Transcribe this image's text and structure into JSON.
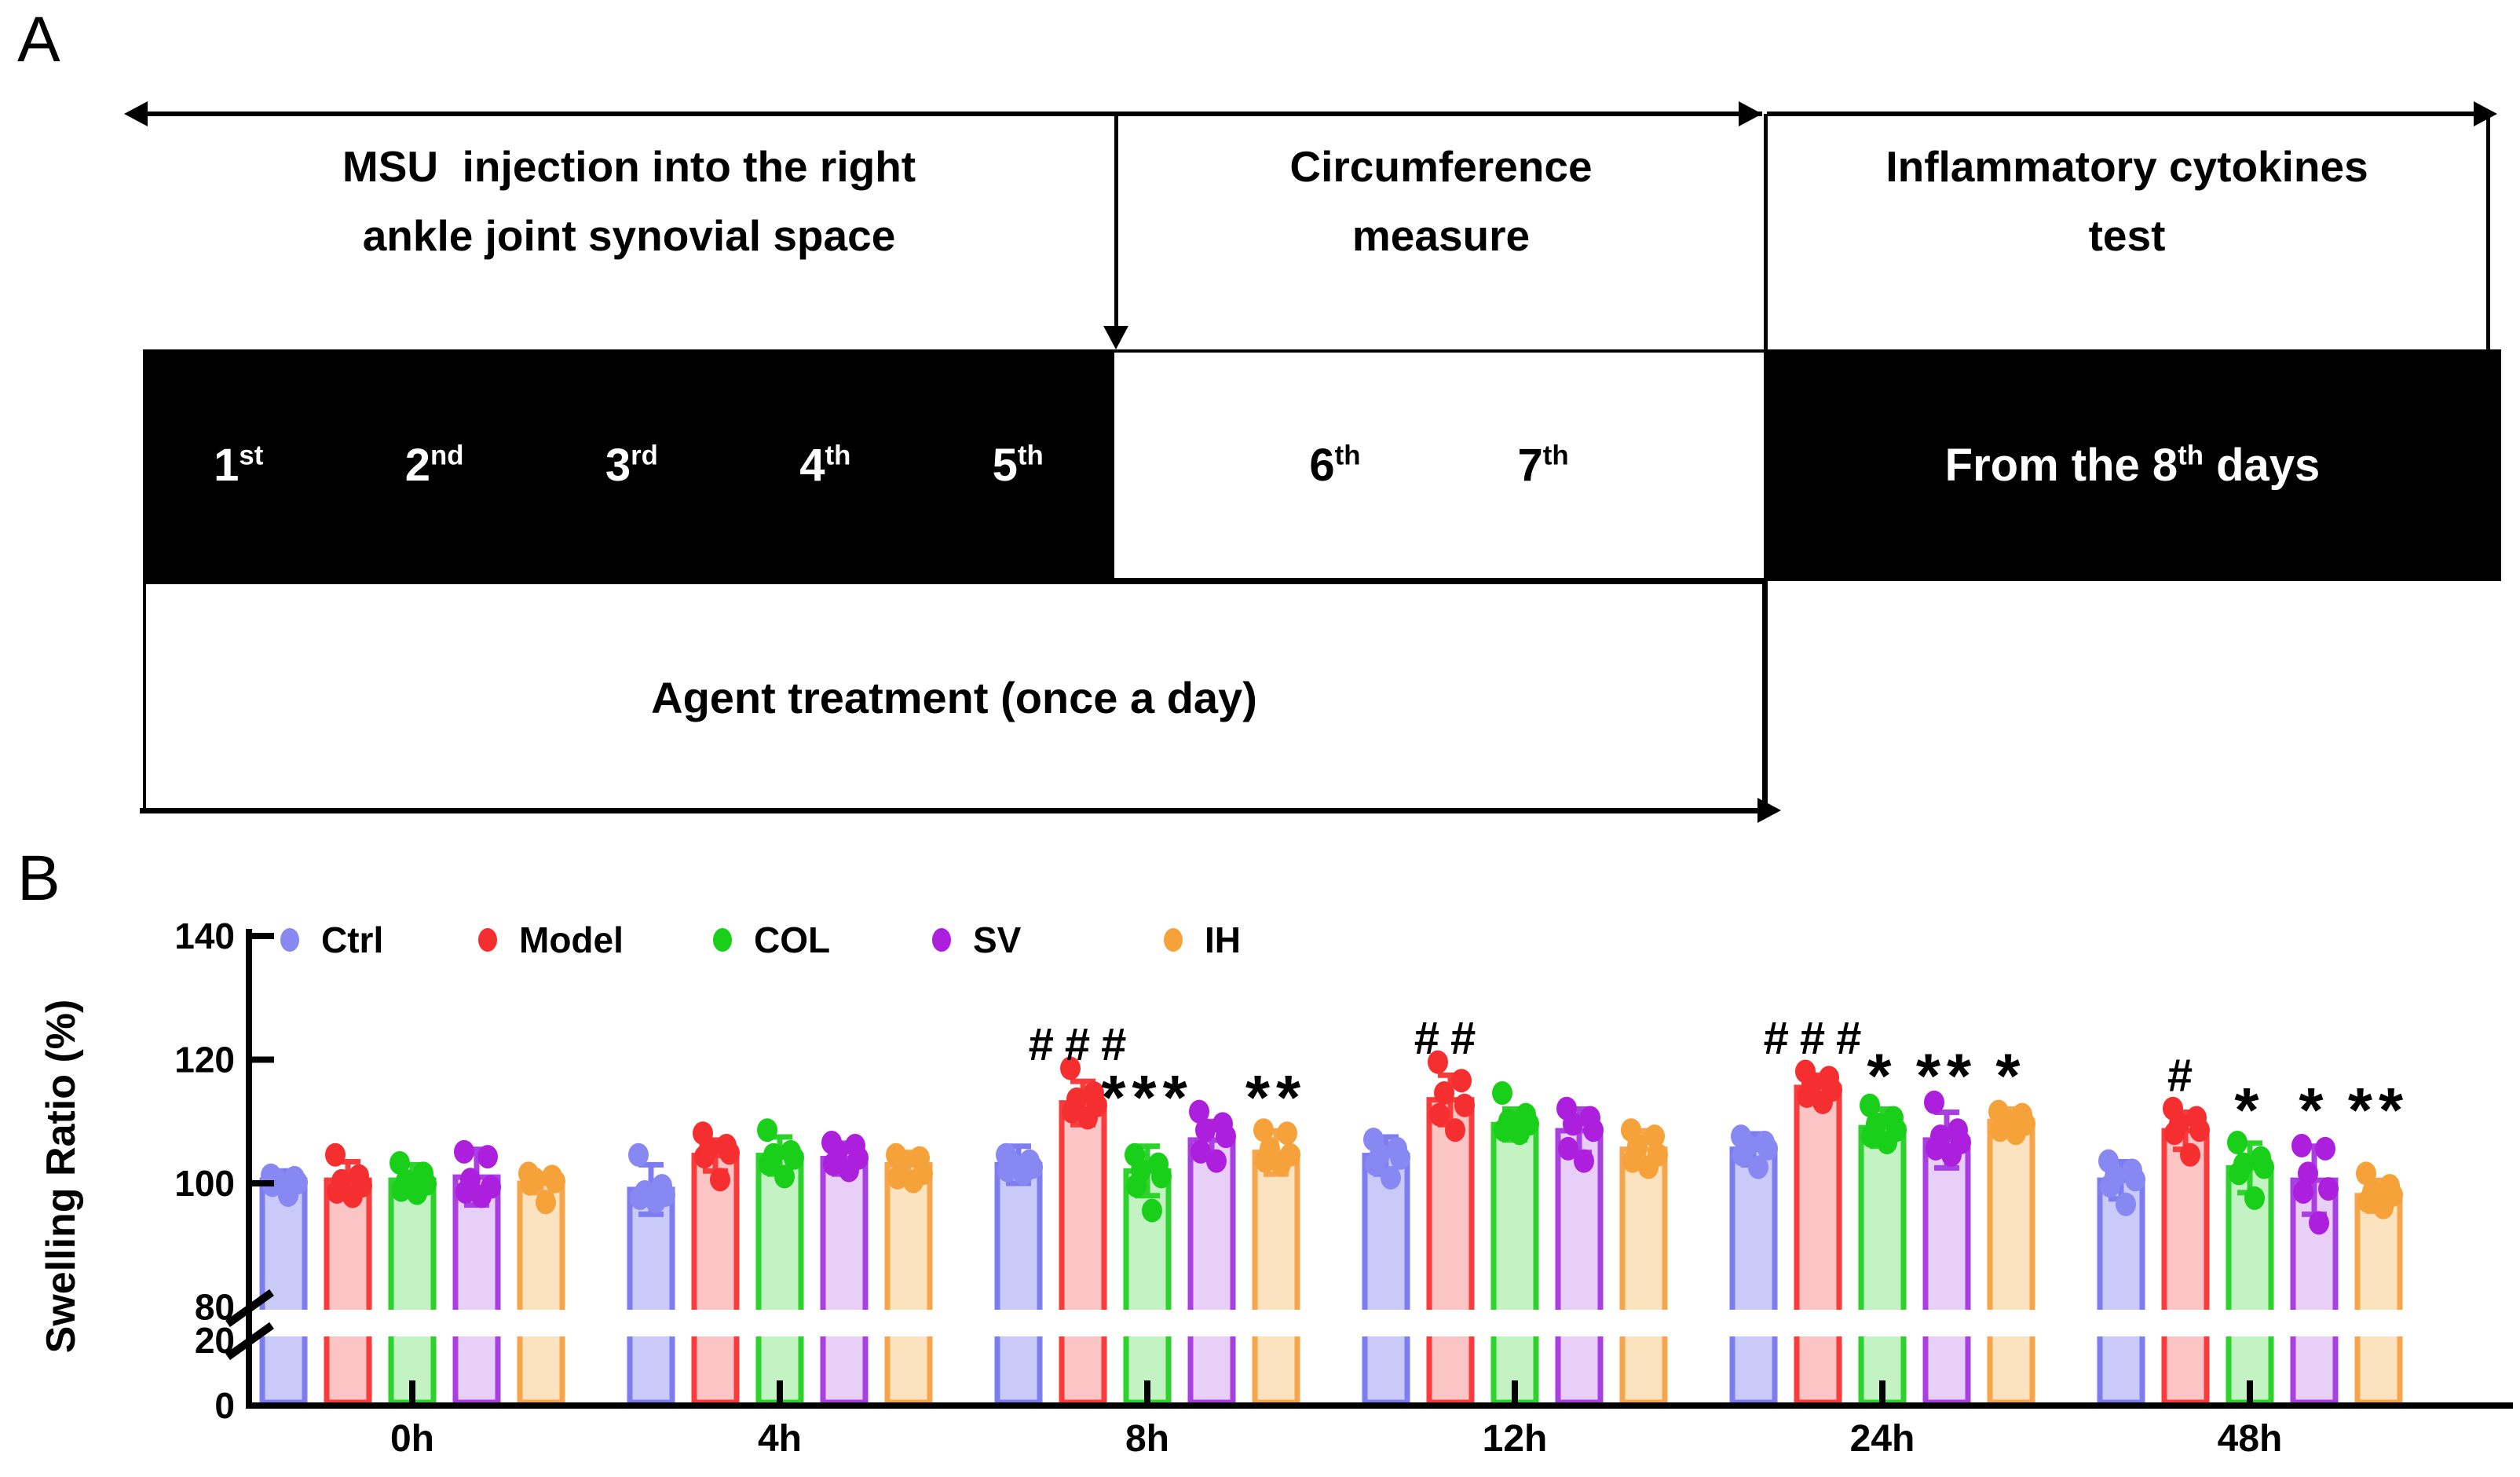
{
  "panel_a": {
    "label": "A",
    "columns": {
      "col1_line1": "MSU  injection into the right",
      "col1_line2": "ankle joint synovial space",
      "col2_line1": "Circumference",
      "col2_line2": "measure",
      "col3_line1": "Inflammatory cytokines",
      "col3_line2": "test"
    },
    "days_1_5": [
      {
        "n": "1",
        "s": "st"
      },
      {
        "n": "2",
        "s": "nd"
      },
      {
        "n": "3",
        "s": "rd"
      },
      {
        "n": "4",
        "s": "th"
      },
      {
        "n": "5",
        "s": "th"
      }
    ],
    "days_6_7": [
      {
        "n": "6",
        "s": "th"
      },
      {
        "n": "7",
        "s": "th"
      }
    ],
    "from8": {
      "text": "From the 8",
      "sup": "th",
      "tail": " days"
    },
    "agent_text": "Agent treatment (once a day)"
  },
  "panel_b": {
    "label": "B"
  },
  "chart_data": {
    "type": "bar",
    "title": "",
    "xlabel": "",
    "ylabel": "Swelling Ratio (%)",
    "categories": [
      "0h",
      "4h",
      "8h",
      "12h",
      "24h",
      "48h"
    ],
    "y_axis": {
      "upper_ticks": [
        140,
        120,
        100,
        80
      ],
      "lower_ticks": [
        20,
        0
      ],
      "break_between": [
        20,
        80
      ],
      "grid": "off"
    },
    "legend_position": "top-left-inside",
    "series": [
      {
        "name": "Ctrl",
        "color": "#7d7df1",
        "fill": "#cacaf9",
        "dot_color": "#8888f2",
        "means": [
          100.5,
          99.0,
          103.0,
          104.5,
          105.5,
          100.5
        ],
        "sds": [
          1.5,
          4.0,
          3.0,
          3.0,
          2.5,
          3.0
        ],
        "points": [
          [
            101.3,
            100.9,
            100.5,
            100.1,
            99.7,
            98.1
          ],
          [
            104.6,
            99.6,
            98.6,
            98.1,
            97.6,
            97.1
          ],
          [
            104.6,
            103.6,
            103.1,
            102.6,
            102.1,
            101.6
          ],
          [
            107.1,
            105.6,
            104.6,
            104.1,
            103.1,
            100.9
          ],
          [
            107.6,
            106.6,
            106.1,
            105.6,
            104.6,
            102.6
          ],
          [
            103.6,
            102.1,
            101.1,
            100.6,
            99.6,
            96.6
          ]
        ]
      },
      {
        "name": "Model",
        "color": "#f93b3b",
        "fill": "#fcc5c5",
        "dot_color": "#f52f2f",
        "means": [
          100.5,
          104.5,
          113.0,
          113.5,
          115.5,
          108.5
        ],
        "sds": [
          3.0,
          2.5,
          3.5,
          4.0,
          2.0,
          3.0
        ],
        "points": [
          [
            104.6,
            101.2,
            100.4,
            99.6,
            98.6,
            97.9
          ],
          [
            108.1,
            106.1,
            105.6,
            104.9,
            104.3,
            100.6
          ],
          [
            118.6,
            114.6,
            113.6,
            112.6,
            111.6,
            110.6
          ],
          [
            119.6,
            116.6,
            114.6,
            112.6,
            111.1,
            108.6
          ],
          [
            118.1,
            117.1,
            116.1,
            115.1,
            114.1,
            113.1
          ],
          [
            112.1,
            110.6,
            109.6,
            108.6,
            108.1,
            104.6
          ]
        ]
      },
      {
        "name": "COL",
        "color": "#2bd32b",
        "fill": "#c3f3c3",
        "dot_color": "#19cf19",
        "means": [
          100.5,
          104.5,
          102.0,
          109.5,
          109.0,
          102.5
        ],
        "sds": [
          2.5,
          3.0,
          4.0,
          2.5,
          3.0,
          4.0
        ],
        "points": [
          [
            103.3,
            101.6,
            100.4,
            99.9,
            98.9,
            98.4
          ],
          [
            108.6,
            105.1,
            104.6,
            104.1,
            103.1,
            101.1
          ],
          [
            104.6,
            103.1,
            102.1,
            101.1,
            99.6,
            95.6
          ],
          [
            114.6,
            111.1,
            110.1,
            109.6,
            108.6,
            108.1
          ],
          [
            112.6,
            110.6,
            109.6,
            108.6,
            107.6,
            106.6
          ],
          [
            106.6,
            104.1,
            103.1,
            102.6,
            101.6,
            97.6
          ]
        ]
      },
      {
        "name": "SV",
        "color": "#a93fe0",
        "fill": "#e8cff7",
        "dot_color": "#ab1fdd",
        "means": [
          101.0,
          104.0,
          107.0,
          108.5,
          107.0,
          100.5
        ],
        "sds": [
          4.5,
          2.5,
          3.0,
          3.5,
          4.5,
          5.5
        ],
        "points": [
          [
            105.1,
            104.3,
            100.6,
            99.4,
            98.6,
            97.9
          ],
          [
            106.6,
            106.1,
            105.1,
            104.1,
            103.1,
            102.1
          ],
          [
            111.6,
            109.6,
            108.6,
            107.6,
            105.1,
            103.6
          ],
          [
            112.1,
            110.6,
            109.6,
            108.6,
            105.6,
            103.6
          ],
          [
            113.1,
            108.6,
            107.6,
            106.6,
            105.6,
            104.6
          ],
          [
            106.1,
            105.6,
            101.6,
            99.1,
            98.6,
            93.6
          ]
        ]
      },
      {
        "name": "IH",
        "color": "#f7a54b",
        "fill": "#fbe3c0",
        "dot_color": "#f6a23b",
        "means": [
          100.0,
          103.0,
          105.0,
          105.5,
          110.0,
          98.0
        ],
        "sds": [
          1.5,
          2.0,
          3.5,
          3.0,
          2.0,
          2.5
        ],
        "points": [
          [
            101.6,
            101.1,
            100.7,
            100.3,
            99.9,
            96.9
          ],
          [
            104.6,
            104.1,
            103.6,
            101.6,
            100.9,
            100.3
          ],
          [
            108.6,
            108.1,
            105.6,
            104.6,
            103.6,
            103.1
          ],
          [
            108.6,
            107.6,
            106.1,
            104.6,
            103.6,
            102.6
          ],
          [
            111.6,
            111.1,
            110.1,
            109.6,
            108.6,
            108.1
          ],
          [
            101.6,
            99.6,
            98.6,
            98.1,
            97.1,
            96.1
          ]
        ]
      }
    ],
    "annotations": [
      {
        "category": "8h",
        "series": "Model",
        "text": "###"
      },
      {
        "category": "8h",
        "series": "COL",
        "text": "***"
      },
      {
        "category": "8h",
        "series": "IH",
        "text": "**"
      },
      {
        "category": "12h",
        "series": "Model",
        "text": "##"
      },
      {
        "category": "24h",
        "series": "Model",
        "text": "###"
      },
      {
        "category": "24h",
        "series": "COL",
        "text": "*"
      },
      {
        "category": "24h",
        "series": "SV",
        "text": "**"
      },
      {
        "category": "24h",
        "series": "IH",
        "text": "*"
      },
      {
        "category": "48h",
        "series": "Model",
        "text": "#"
      },
      {
        "category": "48h",
        "series": "COL",
        "text": "*"
      },
      {
        "category": "48h",
        "series": "SV",
        "text": "*"
      },
      {
        "category": "48h",
        "series": "IH",
        "text": "**"
      }
    ]
  }
}
